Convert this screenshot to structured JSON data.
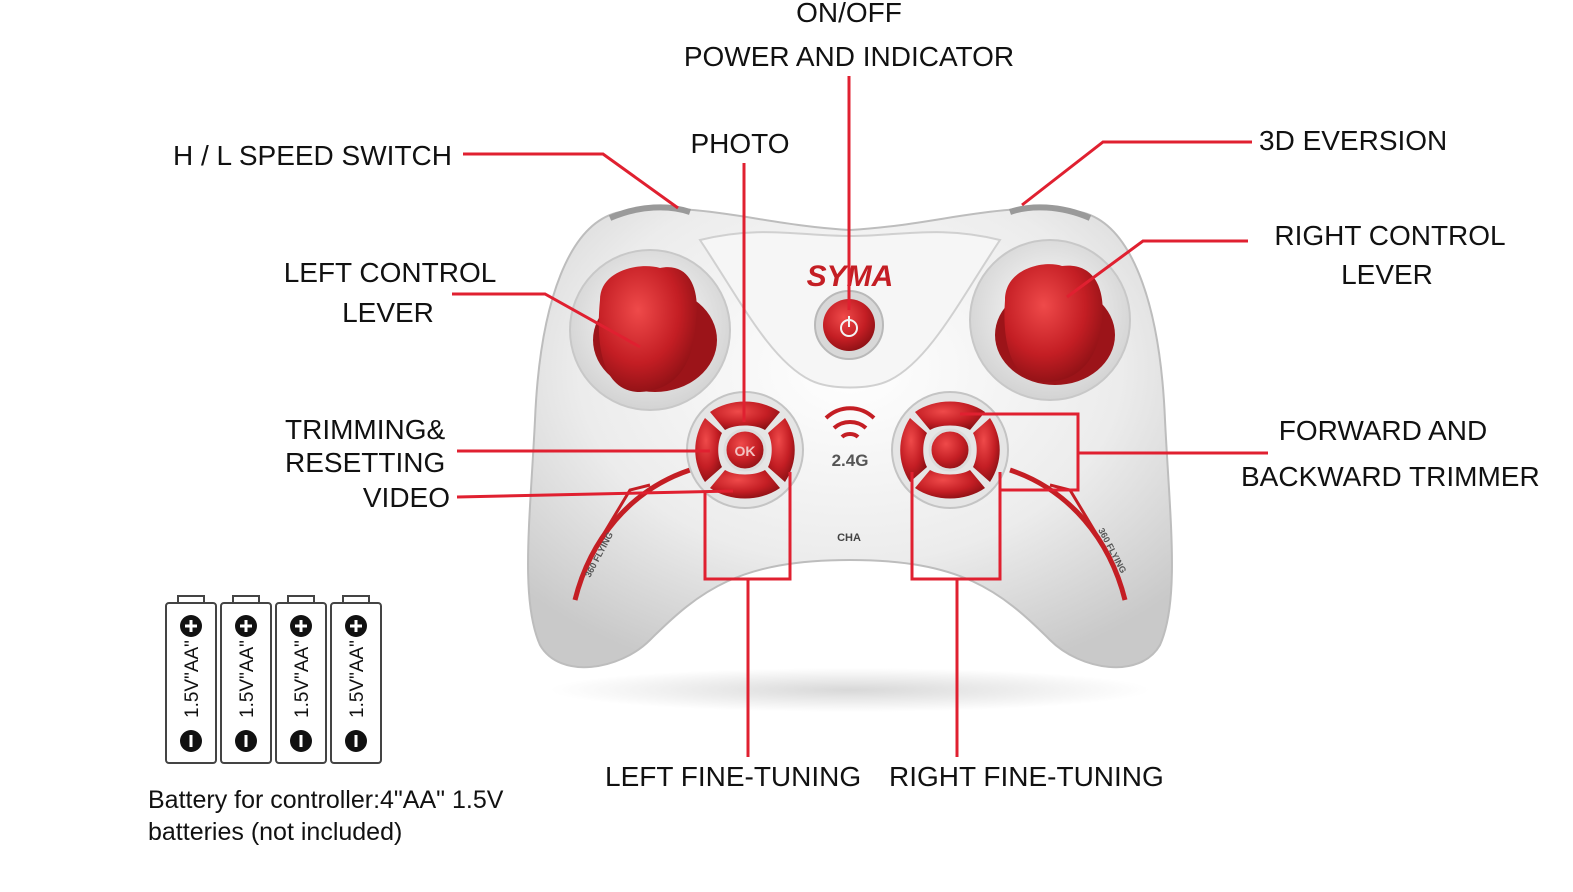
{
  "labels": {
    "onoff": "ON/OFF",
    "power": "POWER AND INDICATOR",
    "speed": "H / L SPEED SWITCH",
    "photo": "PHOTO",
    "eversion": "3D EVERSION",
    "left_lever_1": "LEFT CONTROL",
    "left_lever_2": "LEVER",
    "right_lever_1": "RIGHT CONTROL",
    "right_lever_2": "LEVER",
    "trim_1": "TRIMMING&",
    "trim_2": "RESETTING",
    "video": "VIDEO",
    "fwd_1": "FORWARD AND",
    "fwd_2": "BACKWARD TRIMMER",
    "left_fine": "LEFT FINE-TUNING",
    "right_fine": "RIGHT FINE-TUNING"
  },
  "battery": {
    "cell_label": "1.5V\"AA\"",
    "count": 4,
    "note_1": "Battery for controller:4\"AA\" 1.5V",
    "note_2": "batteries (not included)"
  },
  "device": {
    "brand": "SYMA",
    "frequency": "2.4G",
    "ok_label": "OK",
    "cha_label": "CHA",
    "side_label": "360 FLYING"
  },
  "colors": {
    "leader": "#e02030",
    "accent_red": "#c41e24",
    "body": "#eeeeee"
  }
}
